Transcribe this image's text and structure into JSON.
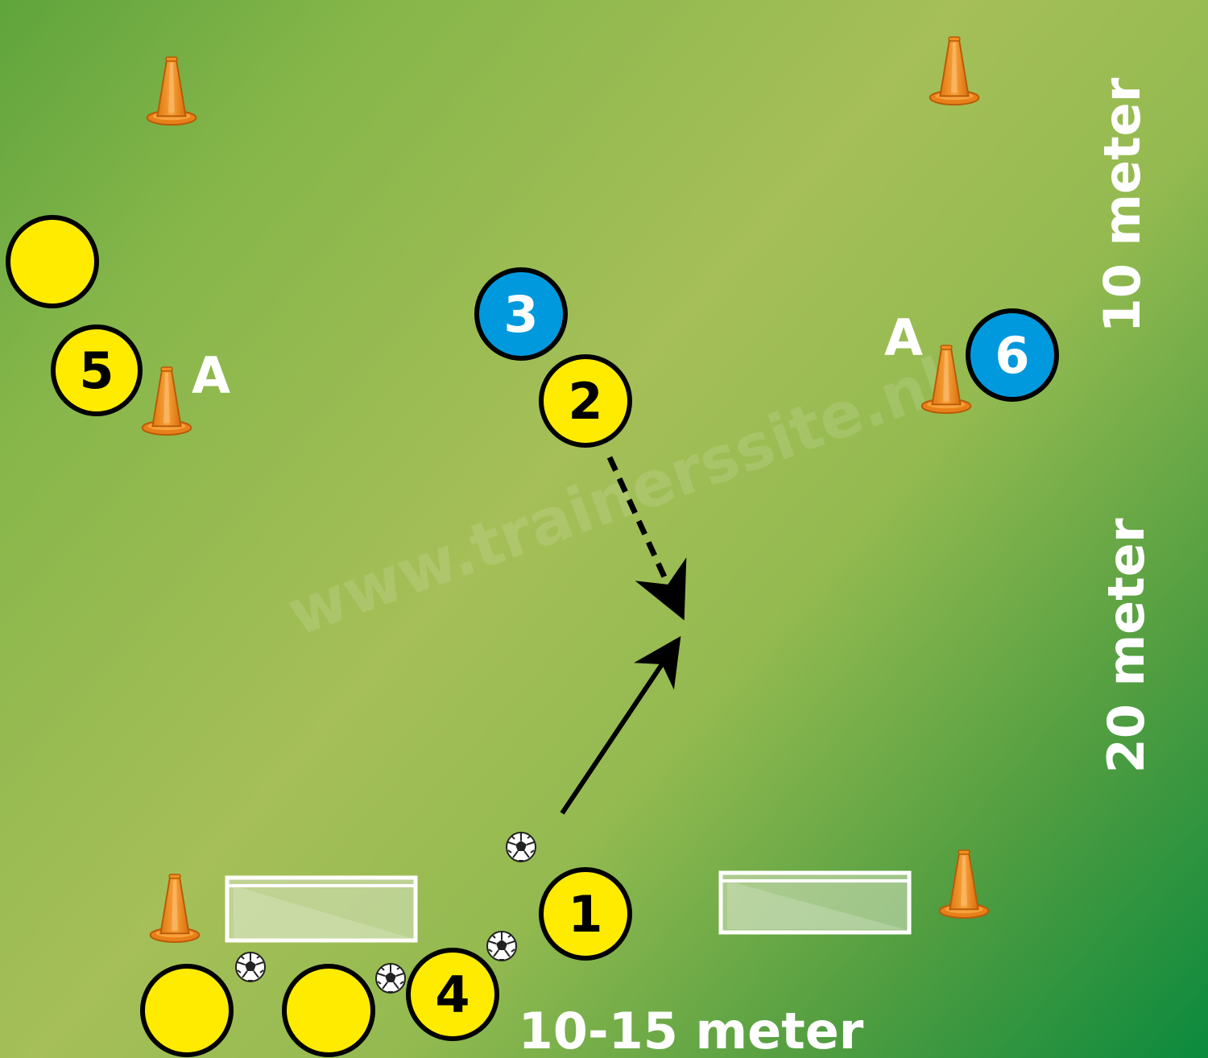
{
  "diagram": {
    "watermark": "www.trainerssite.nl",
    "dimensions": {
      "width_label": "10-15 meter",
      "upper_label": "10 meter",
      "lower_label": "20 meter"
    },
    "zone_labels": {
      "left": "A",
      "right": "A"
    },
    "players": {
      "p1": "1",
      "p2": "2",
      "p3": "3",
      "p4": "4",
      "p5": "5",
      "p6": "6"
    },
    "colors": {
      "field_light": "#a6bf58",
      "field_dark": "#0b8a3e",
      "team_yellow": "#ffeb00",
      "team_blue": "#0099dd",
      "cone_orange": "#f7941d",
      "arrow": "#000000",
      "label": "#ffffff"
    },
    "icons": {
      "cone": "cone-icon",
      "ball": "soccer-ball-icon",
      "goal": "mini-goal-icon"
    }
  }
}
